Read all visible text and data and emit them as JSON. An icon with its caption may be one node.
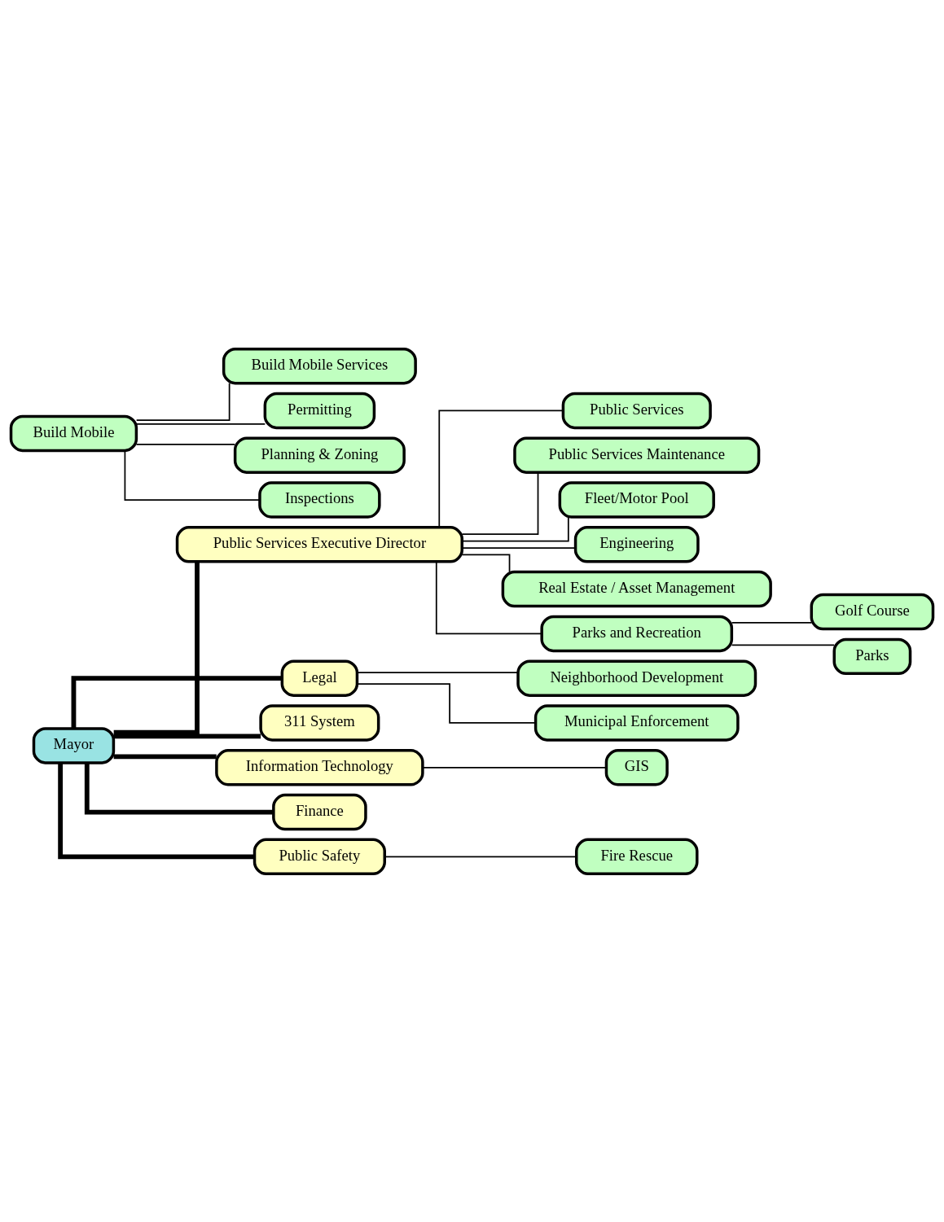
{
  "diagram": {
    "nodes": [
      {
        "text": [
          "Mayor"
        ]
      },
      {
        "text": [
          "Public Services Executive Director"
        ]
      },
      {
        "text": [
          "Legal"
        ]
      },
      {
        "text": [
          "Public Services"
        ]
      },
      {
        "text": [
          "Public Services Maintenance"
        ]
      },
      {
        "text": [
          "Fleet/Motor Pool"
        ]
      },
      {
        "text": [
          "Neighborhood Development"
        ]
      },
      {
        "text": [
          "Municipal Enforcement"
        ]
      },
      {
        "text": [
          "311 System"
        ]
      },
      {
        "text": [
          "Build Mobile"
        ]
      },
      {
        "text": [
          "Build Mobile Services"
        ]
      },
      {
        "text": [
          "Permitting"
        ]
      },
      {
        "text": [
          "Planning & Zoning"
        ]
      },
      {
        "text": [
          "Inspections"
        ]
      },
      {
        "text": [
          "Information Technology"
        ]
      },
      {
        "text": [
          "GIS"
        ]
      },
      {
        "text": [
          "Finance"
        ]
      },
      {
        "text": [
          "Public Safety"
        ]
      },
      {
        "text": [
          "Fire Rescue"
        ]
      },
      {
        "text": [
          "Engineering"
        ]
      },
      {
        "text": [
          "Real Estate / Asset Management"
        ]
      },
      {
        "text": [
          "Parks and Recreation"
        ]
      },
      {
        "text": [
          "Golf Course"
        ]
      },
      {
        "text": [
          "Parks"
        ]
      }
    ],
    "edges": [
      {
        "from": 0,
        "to": 1,
        "arrow": "none",
        "style": "thick"
      },
      {
        "from": 0,
        "to": 2,
        "arrow": "none",
        "style": "thick"
      },
      {
        "from": 0,
        "to": 8,
        "arrow": "none",
        "style": "thick"
      },
      {
        "from": 0,
        "to": 14,
        "arrow": "none",
        "style": "thick"
      },
      {
        "from": 0,
        "to": 16,
        "arrow": "none",
        "style": "thick"
      },
      {
        "from": 0,
        "to": 17,
        "arrow": "none",
        "style": "thick"
      },
      {
        "from": 1,
        "to": 3,
        "arrow": "none"
      },
      {
        "from": 1,
        "to": 4,
        "arrow": "none"
      },
      {
        "from": 1,
        "to": 5,
        "arrow": "none"
      },
      {
        "from": 1,
        "to": 19,
        "arrow": "none"
      },
      {
        "from": 1,
        "to": 20,
        "arrow": "none"
      },
      {
        "from": 1,
        "to": 21,
        "arrow": "none"
      },
      {
        "from": 2,
        "to": 6,
        "arrow": "none"
      },
      {
        "from": 2,
        "to": 7,
        "arrow": "none"
      },
      {
        "from": 9,
        "to": 10,
        "arrow": "none"
      },
      {
        "from": 9,
        "to": 11,
        "arrow": "none"
      },
      {
        "from": 9,
        "to": 12,
        "arrow": "none"
      },
      {
        "from": 9,
        "to": 13,
        "arrow": "none"
      },
      {
        "from": 14,
        "to": 15,
        "arrow": "none"
      },
      {
        "from": 17,
        "to": 18,
        "arrow": "none"
      },
      {
        "from": 21,
        "to": 22,
        "arrow": "none"
      },
      {
        "from": 21,
        "to": 23,
        "arrow": "none"
      }
    ]
  }
}
